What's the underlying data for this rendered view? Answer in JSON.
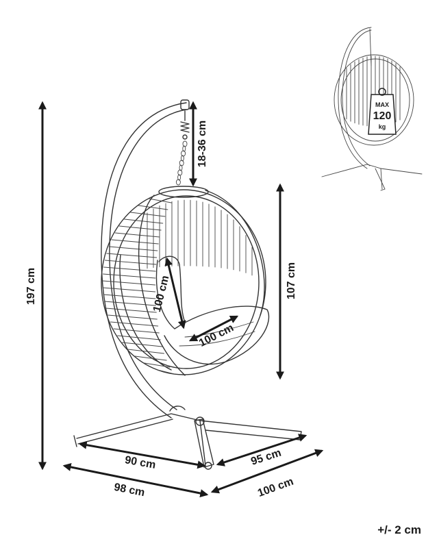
{
  "dimensions": {
    "total_height": "197 cm",
    "chain_length": "18-36 cm",
    "basket_height": "107 cm",
    "seat_height": "100 cm",
    "seat_width": "100 cm",
    "base_width_front": "90 cm",
    "base_depth": "95 cm",
    "overall_width": "98 cm",
    "overall_depth": "100 cm"
  },
  "max_load": {
    "label": "MAX",
    "value": "120",
    "unit": "kg"
  },
  "tolerance": "+/- 2 cm"
}
